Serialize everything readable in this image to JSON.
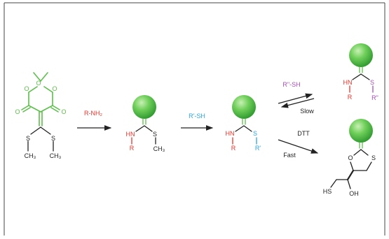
{
  "colors": {
    "green": "#5cc04a",
    "green_dark": "#2e8b2e",
    "red": "#e5342a",
    "blue": "#2aa6e0",
    "purple": "#a64fb8",
    "black": "#222222",
    "frame": "#444444"
  },
  "reagents": {
    "amine": "R-NH₂",
    "thiol1": "R'-SH",
    "thiol2": "R\"-SH",
    "dtt": "DTT"
  },
  "rates": {
    "slow": "Slow",
    "fast": "Fast"
  },
  "structure_labels": {
    "s": "S",
    "ch3": "CH₃",
    "o": "O",
    "hn": "HN",
    "r": "R",
    "r_prime": "R'",
    "r_double_prime": "R\"",
    "hs": "HS",
    "oh": "OH"
  }
}
